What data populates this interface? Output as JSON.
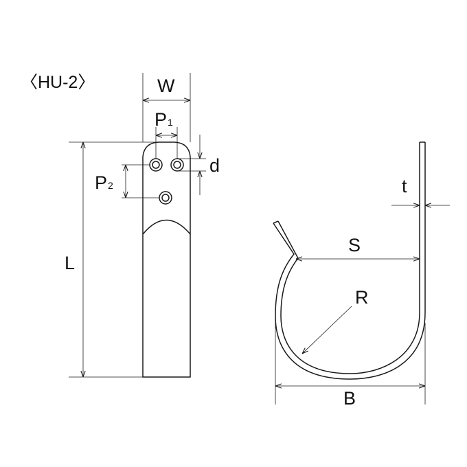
{
  "title": "〈HU-2〉",
  "labels": {
    "W": "W",
    "P1": "P",
    "P1_sub": "1",
    "P2": "P",
    "P2_sub": "2",
    "d": "d",
    "L": "L",
    "t": "t",
    "S": "S",
    "R": "R",
    "B": "B"
  },
  "colors": {
    "line": "#1a1a1a",
    "text": "#111111",
    "background": "#ffffff"
  }
}
